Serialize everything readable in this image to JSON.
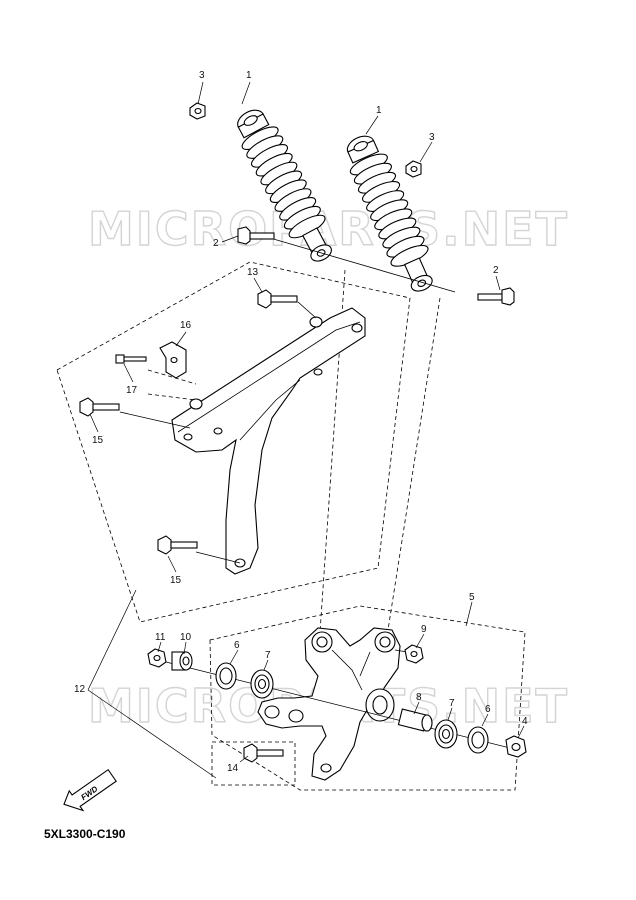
{
  "watermark": "MICROPARTS.NET",
  "diagram_code": "5XL3300-C190",
  "fwd_label": "FWD",
  "callouts": {
    "c1a": "1",
    "c1b": "1",
    "c2a": "2",
    "c2b": "2",
    "c3a": "3",
    "c3b": "3",
    "c4": "4",
    "c5": "5",
    "c6a": "6",
    "c6b": "6",
    "c7a": "7",
    "c7b": "7",
    "c8": "8",
    "c9": "9",
    "c10": "10",
    "c11": "11",
    "c12": "12",
    "c13": "13",
    "c14": "14",
    "c15a": "15",
    "c15b": "15",
    "c16": "16",
    "c17": "17"
  }
}
